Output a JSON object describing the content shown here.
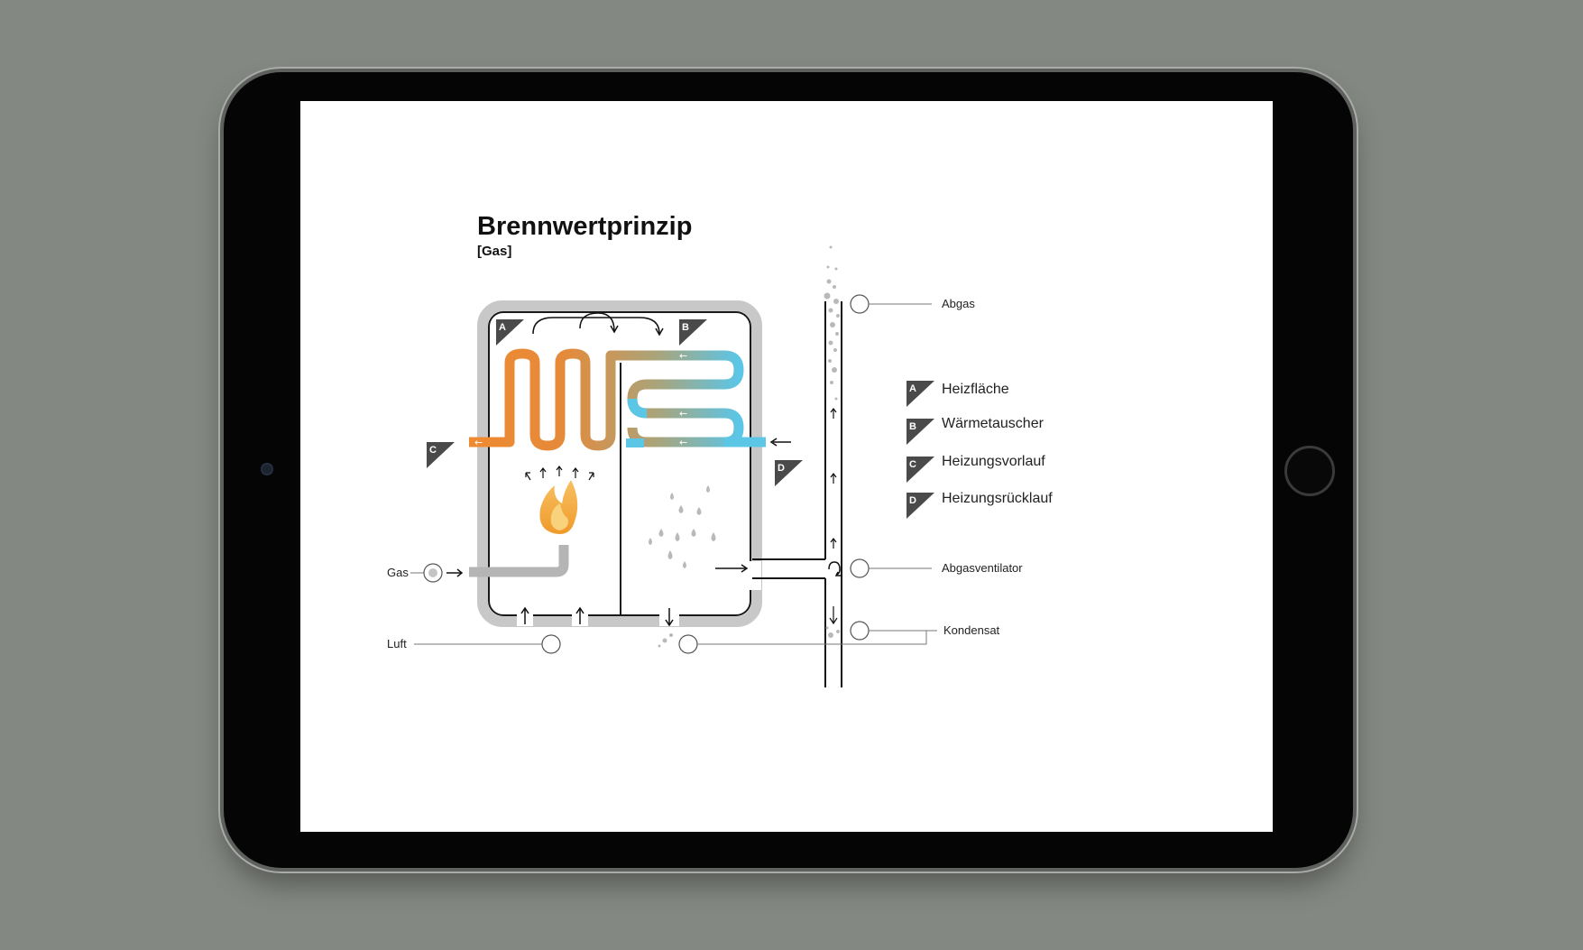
{
  "title": "Brennwertprinzip",
  "subtitle": "[Gas]",
  "badges": {
    "a": "A",
    "b": "B",
    "c": "C",
    "d": "D"
  },
  "labels": {
    "gas": "Gas",
    "luft": "Luft",
    "abgas": "Abgas",
    "abgasventilator": "Abgasventilator",
    "kondensat": "Kondensat"
  },
  "legend": [
    {
      "key": "A",
      "text": "Heizfläche"
    },
    {
      "key": "B",
      "text": "Wärmetauscher"
    },
    {
      "key": "C",
      "text": "Heizungsvorlauf"
    },
    {
      "key": "D",
      "text": "Heizungsrücklauf"
    }
  ],
  "colors": {
    "background": "#848882",
    "pipe_hot": "#ee8a32",
    "pipe_cold": "#5bc6e6",
    "boiler_wall": "#c9c9c9",
    "badge": "#4a4a4a",
    "flame": "#f4a942"
  },
  "icons": [
    "flame-icon",
    "water-droplet-icon",
    "fan-icon",
    "camera-icon",
    "home-button-icon"
  ]
}
